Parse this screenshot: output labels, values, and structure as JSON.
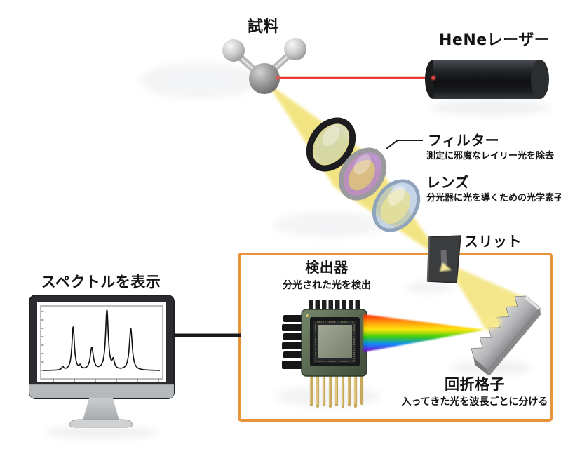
{
  "labels": {
    "sample": {
      "title": "試料"
    },
    "laser": {
      "title": "HeNeレーザー"
    },
    "filter": {
      "title": "フィルター",
      "desc": "測定に邪魔なレイリー光を除去"
    },
    "lens": {
      "title": "レンズ",
      "desc": "分光器に光を導くための光学素子"
    },
    "slit": {
      "title": "スリット"
    },
    "detector": {
      "title": "検出器",
      "desc": "分光された光を検出"
    },
    "grating": {
      "title": "回折格子",
      "desc": "入ってきた光を波長ごとに分ける"
    },
    "monitor": {
      "title": "スペクトルを表示"
    }
  },
  "icons": {
    "sample_molecule": "ball-and-stick molecule (3 gray spheres)",
    "laser_device": "black cylindrical HeNe laser",
    "filter_element": "gray-ring optical filter with purple glass",
    "collection_lens": "black-ring lens",
    "focus_lens": "blue lens",
    "slit_plate": "dark plate with narrow slit",
    "diffraction_grating": "gray sawtooth grating block",
    "ccd_detector": "green chip with image sensor, heatsink and gold pins",
    "display_monitor": "desktop monitor showing spectrum"
  },
  "colors": {
    "laser_beam": "#e83a31",
    "excitation_light": "#f2e276",
    "spectrometer_box_border": "#e8943c",
    "rainbow": [
      "#ff2a00",
      "#ff9500",
      "#ffe600",
      "#2ecc00",
      "#0084ff",
      "#7a00cc"
    ],
    "pcb_green": "#5c6e50",
    "label_text": "#141414"
  },
  "chart_data": {
    "type": "line",
    "title": "spectrum shown on the monitor screen",
    "xlabel": "",
    "ylabel": "",
    "x_range": [
      0,
      1
    ],
    "y_range": [
      0,
      1
    ],
    "grid": false,
    "tick_labels": "unlabeled tick marks on both axes",
    "baseline": 0.02,
    "peaks": [
      {
        "x": 0.165,
        "height": 0.055,
        "width": 0.01
      },
      {
        "x": 0.255,
        "height": 0.7,
        "width": 0.013
      },
      {
        "x": 0.315,
        "height": 0.06,
        "width": 0.01
      },
      {
        "x": 0.415,
        "height": 0.36,
        "width": 0.016
      },
      {
        "x": 0.545,
        "height": 0.98,
        "width": 0.014
      },
      {
        "x": 0.6,
        "height": 0.14,
        "width": 0.011
      },
      {
        "x": 0.75,
        "height": 0.68,
        "width": 0.015
      }
    ]
  }
}
